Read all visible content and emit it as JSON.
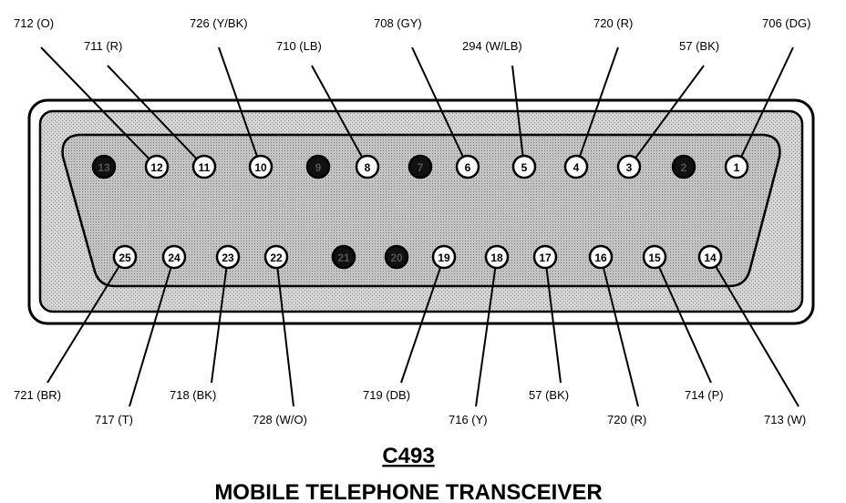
{
  "connector": {
    "code": "C493",
    "title": "MOBILE TELEPHONE TRANSCEIVER",
    "colors": {
      "line": "#000000",
      "shell_fill": "#d8d8d8",
      "cavity_fill": "#c9c9c9",
      "pin_filled": "#111111",
      "pin_empty": "#ffffff"
    },
    "pins": [
      {
        "num": "1",
        "filled": false
      },
      {
        "num": "2",
        "filled": true
      },
      {
        "num": "3",
        "filled": false
      },
      {
        "num": "4",
        "filled": false
      },
      {
        "num": "5",
        "filled": false
      },
      {
        "num": "6",
        "filled": false
      },
      {
        "num": "7",
        "filled": true
      },
      {
        "num": "8",
        "filled": false
      },
      {
        "num": "9",
        "filled": true
      },
      {
        "num": "10",
        "filled": false
      },
      {
        "num": "11",
        "filled": false
      },
      {
        "num": "12",
        "filled": false
      },
      {
        "num": "13",
        "filled": true
      },
      {
        "num": "14",
        "filled": false
      },
      {
        "num": "15",
        "filled": false
      },
      {
        "num": "16",
        "filled": false
      },
      {
        "num": "17",
        "filled": false
      },
      {
        "num": "18",
        "filled": false
      },
      {
        "num": "19",
        "filled": false
      },
      {
        "num": "20",
        "filled": true
      },
      {
        "num": "21",
        "filled": true
      },
      {
        "num": "22",
        "filled": false
      },
      {
        "num": "23",
        "filled": false
      },
      {
        "num": "24",
        "filled": false
      },
      {
        "num": "25",
        "filled": false
      }
    ],
    "wires": [
      {
        "pin": "12",
        "label": "712 (O)"
      },
      {
        "pin": "11",
        "label": "711 (R)"
      },
      {
        "pin": "10",
        "label": "726 (Y/BK)"
      },
      {
        "pin": "8",
        "label": "710 (LB)"
      },
      {
        "pin": "6",
        "label": "708 (GY)"
      },
      {
        "pin": "5",
        "label": "294 (W/LB)"
      },
      {
        "pin": "4",
        "label": "720 (R)"
      },
      {
        "pin": "3",
        "label": "57 (BK)"
      },
      {
        "pin": "1",
        "label": "706 (DG)"
      },
      {
        "pin": "25",
        "label": "721 (BR)"
      },
      {
        "pin": "24",
        "label": "717 (T)"
      },
      {
        "pin": "23",
        "label": "718 (BK)"
      },
      {
        "pin": "22",
        "label": "728 (W/O)"
      },
      {
        "pin": "19",
        "label": "719 (DB)"
      },
      {
        "pin": "18",
        "label": "716 (Y)"
      },
      {
        "pin": "17",
        "label": "57 (BK)"
      },
      {
        "pin": "16",
        "label": "720 (R)"
      },
      {
        "pin": "15",
        "label": "714 (P)"
      },
      {
        "pin": "14",
        "label": "713 (W)"
      }
    ]
  }
}
